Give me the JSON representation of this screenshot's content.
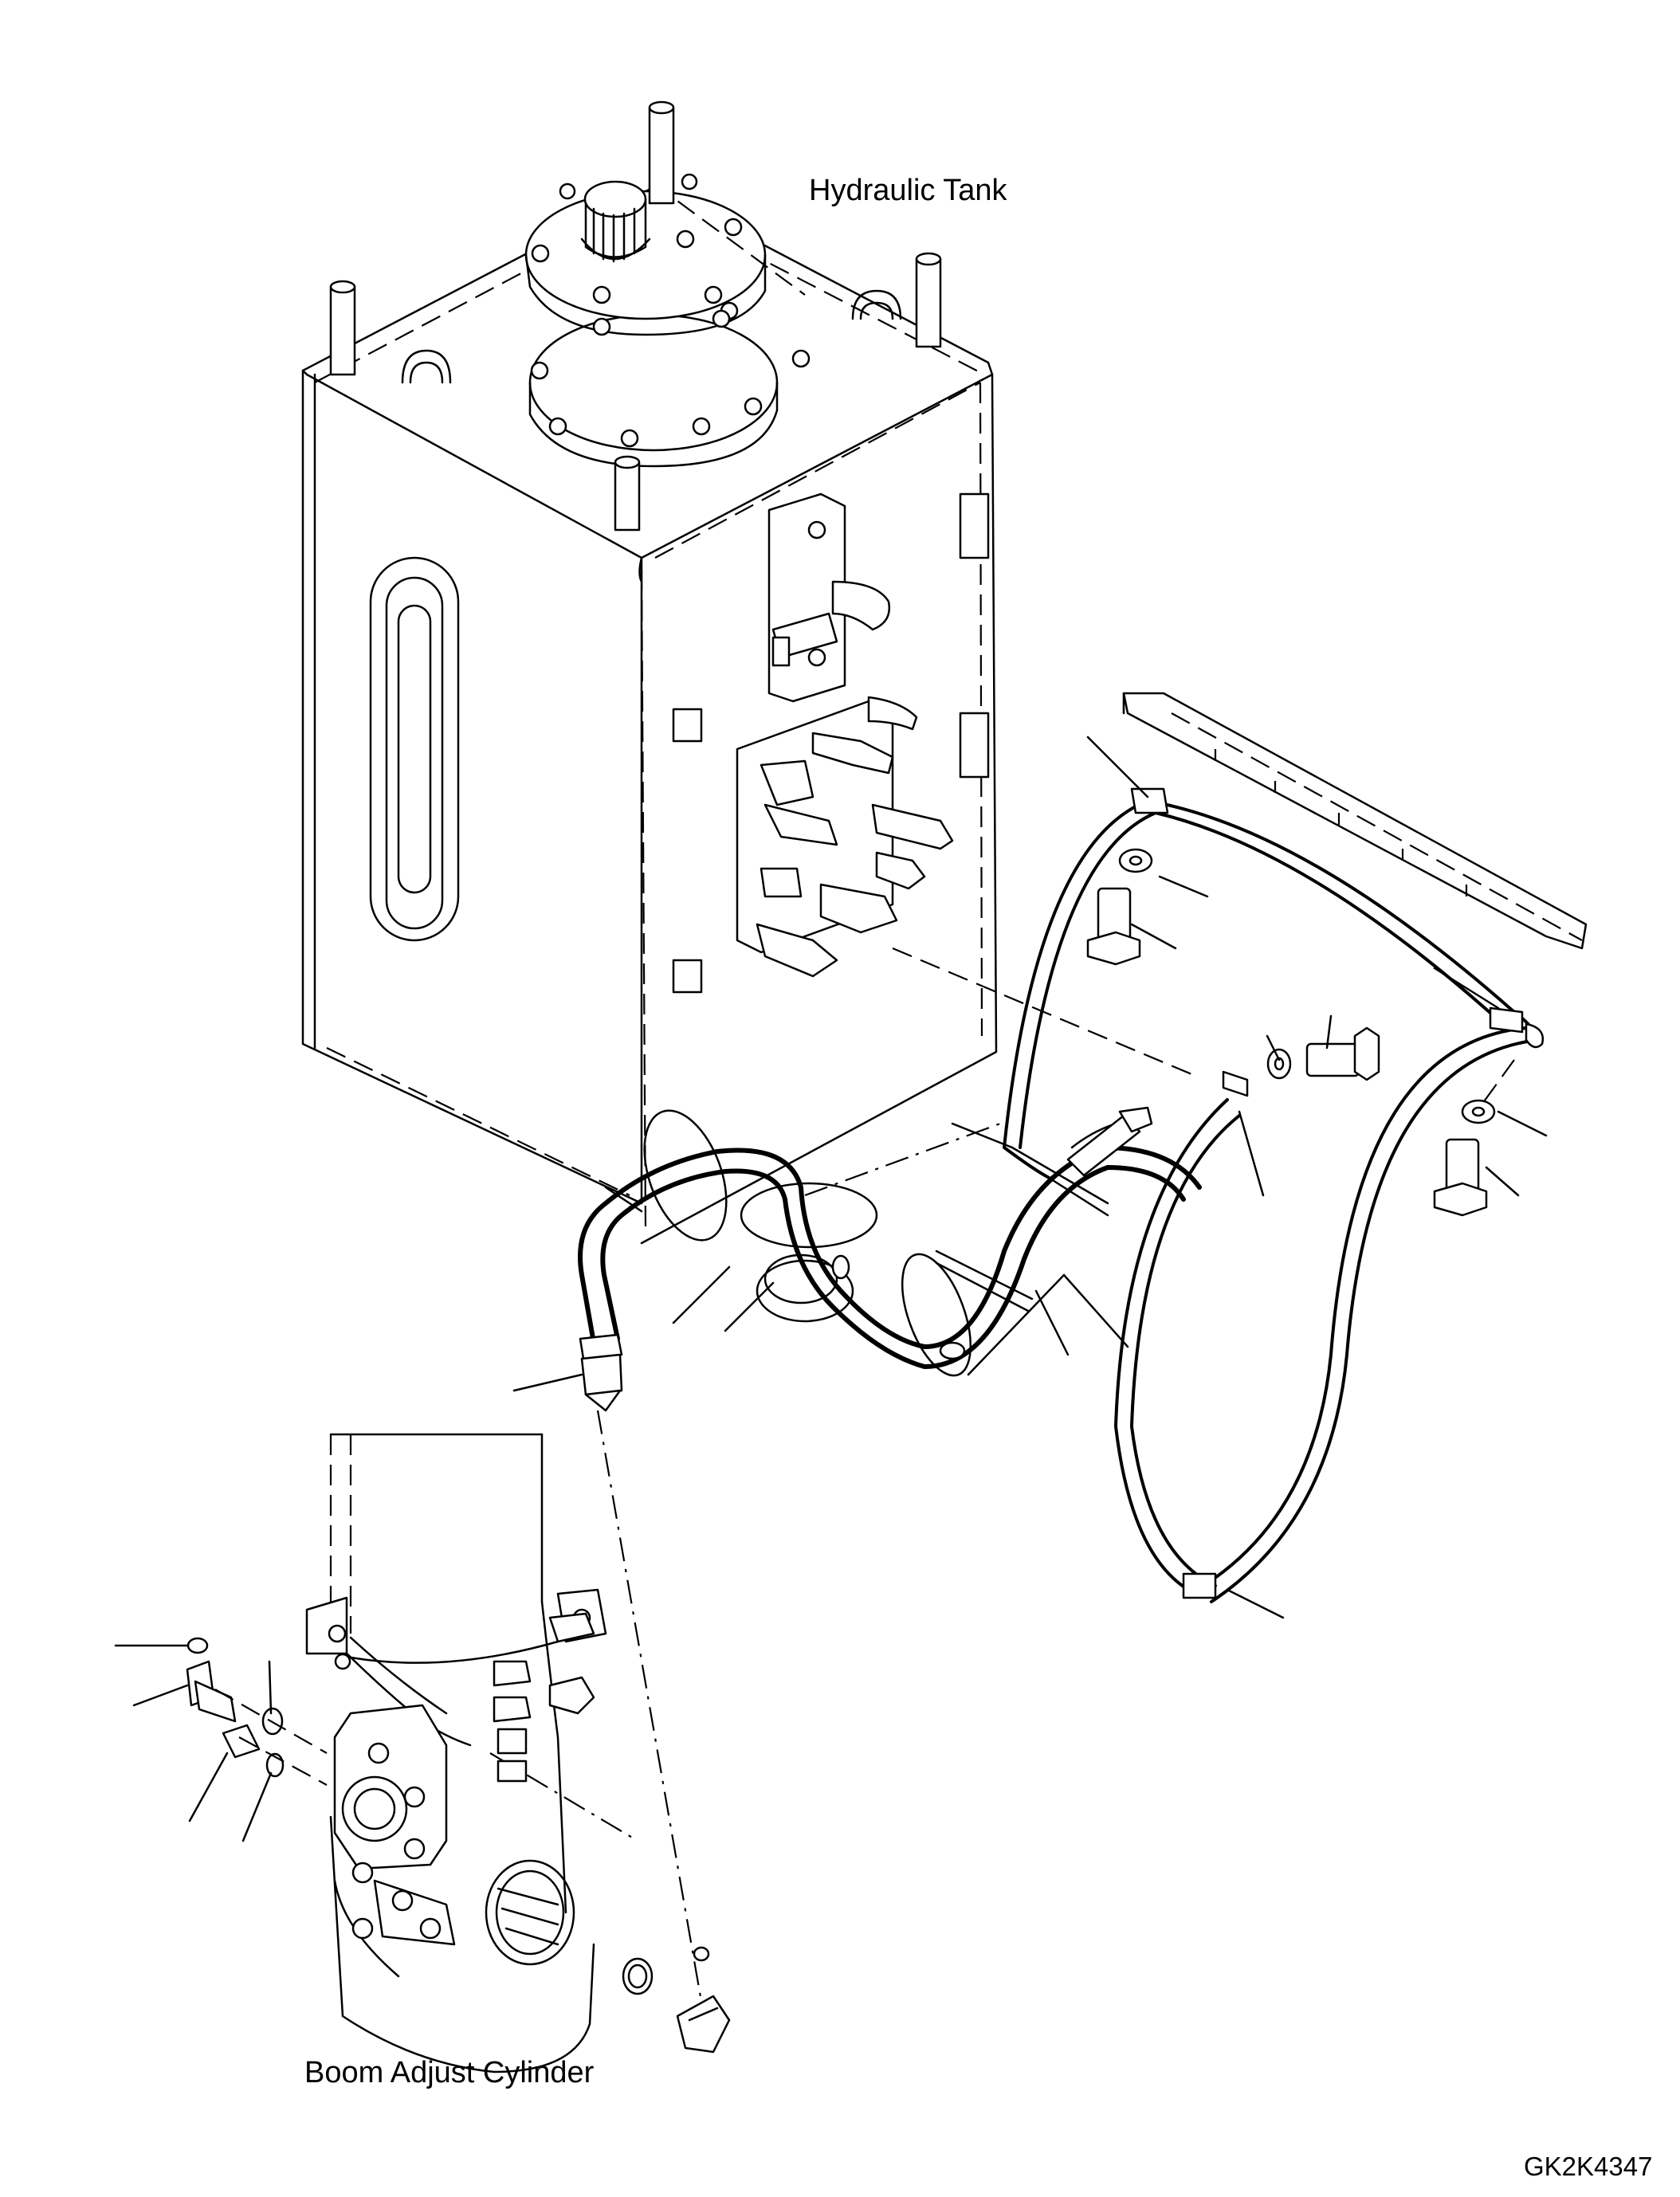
{
  "labels": {
    "hydraulic_tank": "Hydraulic Tank",
    "boom_adjust_cylinder": "Boom Adjust Cylinder",
    "drawing_code": "GK2K4347"
  }
}
